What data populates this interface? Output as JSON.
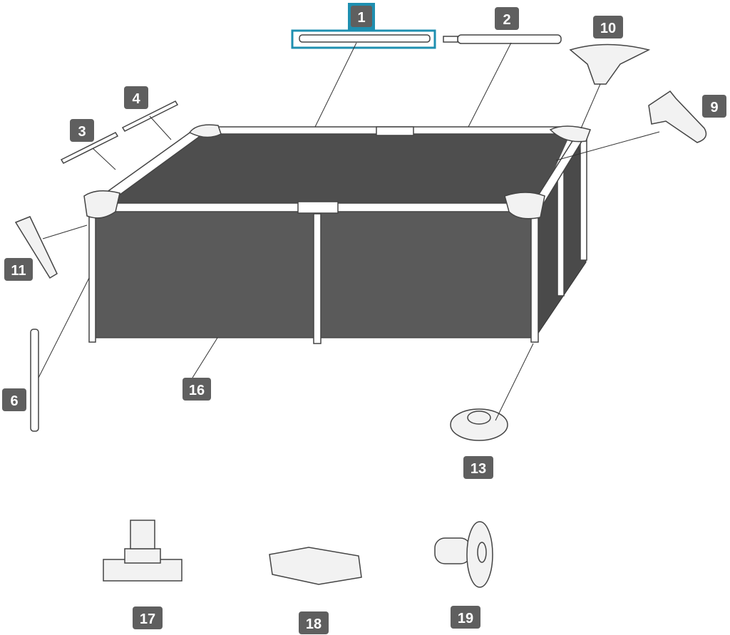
{
  "diagram": {
    "highlight_color": "#1e8fb0",
    "liner_color": "#575757",
    "label_color": "#5f5f5f",
    "highlighted_part": "1",
    "labels": [
      "1",
      "2",
      "3",
      "4",
      "6",
      "9",
      "10",
      "11",
      "13",
      "16",
      "17",
      "18",
      "19"
    ]
  }
}
